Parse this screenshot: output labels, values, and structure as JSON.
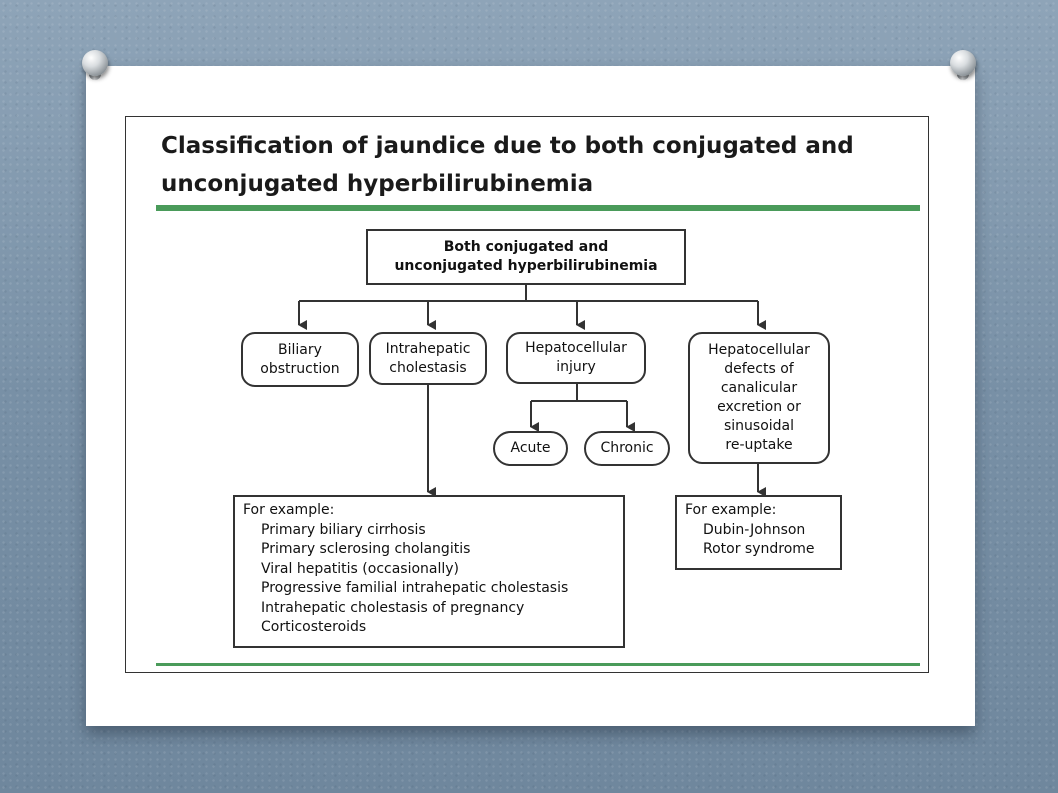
{
  "title": "Classification of jaundice due to both conjugated and unconjugated hyperbilirubinemia",
  "nodes": {
    "root": [
      "Both conjugated and",
      "unconjugated hyperbilirubinemia"
    ],
    "biliary": [
      "Biliary",
      "obstruction"
    ],
    "intrahepatic": [
      "Intrahepatic",
      "cholestasis"
    ],
    "hepatocellular_injury": [
      "Hepatocellular",
      "injury"
    ],
    "defects": [
      "Hepatocellular",
      "defects of",
      "canalicular",
      "excretion or",
      "sinusoidal",
      "re-uptake"
    ],
    "acute": [
      "Acute"
    ],
    "chronic": [
      "Chronic"
    ]
  },
  "examples_left": {
    "heading": "For example:",
    "items": [
      "Primary biliary cirrhosis",
      "Primary sclerosing cholangitis",
      "Viral hepatitis (occasionally)",
      "Progressive familial intrahepatic cholestasis",
      "Intrahepatic cholestasis of pregnancy",
      "Corticosteroids"
    ]
  },
  "examples_right": {
    "heading": "For example:",
    "items": [
      "Dubin-Johnson",
      "Rotor syndrome"
    ]
  },
  "colors": {
    "rule": "#4a9b5a",
    "line": "#333333"
  }
}
